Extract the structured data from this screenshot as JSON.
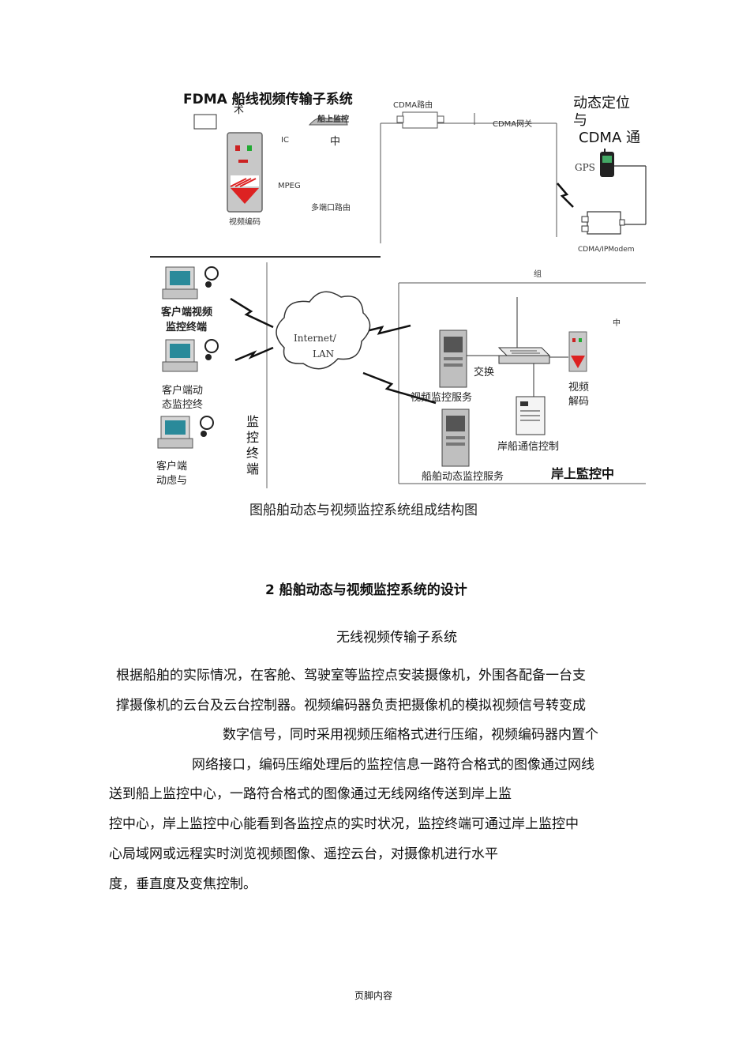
{
  "diagram": {
    "top_title": "FDMA 船线视频传输子系统",
    "title_fragment": "术",
    "ship_monitor": "船上监控",
    "cdma_router_top": "CDMA路由",
    "cdma_gateway": "CDMA网关",
    "video_encoder": "视频编码",
    "ic_label": "IC",
    "zhong": "中",
    "mpeg": "MPEG",
    "multi_port_router": "多端口路由",
    "position_heading_1": "动态定位",
    "position_heading_2": "与",
    "cdma_comm": "CDMA 通",
    "gps": "GPS",
    "cdma_modem": "CDMA/IPModem",
    "client_video_1": "客户端视频",
    "client_video_2": "监控终端",
    "client_dynamic_1": "客户端动",
    "client_dynamic_2": "态监控终",
    "client_3_1": "客户端",
    "client_3_2": "动虑与",
    "vertical_label": "监控终端",
    "internet_lan_1": "Internet/",
    "internet_lan_2": "LAN",
    "net_label": "组",
    "switch_label": "交换",
    "video_server": "视频监控服务",
    "ship_dynamic_server": "船舶动态监控服务",
    "video_decode_1": "视频",
    "video_decode_2": "解码",
    "shore_comm_control": "岸船通信控制",
    "shore_center": "岸上監控中",
    "right_zhong": "中",
    "caption": "图船舶动态与视频监控系统组成结构图"
  },
  "section_heading": "2 船舶动态与视频监控系统的设计",
  "subsection_heading": "无线视频传输子系统",
  "paragraph_lines": [
    "根据船舶的实际情况，在客舱、驾驶室等监控点安装摄像机，外围各配备一台支",
    "撑摄像机的云台及云台控制器。视频编码器负责把摄像机的模拟视频信号转变成",
    "数字信号，同时采用视频压缩格式进行压缩，视频编码器内置个",
    "网络接口，编码压缩处理后的监控信息一路符合格式的图像通过网线",
    "送到船上监控中心，一路符合格式的图像通过无线网络传送到岸上监",
    "控中心，岸上监控中心能看到各监控点的实时状况，监控终端可通过岸上监控中",
    "心局域网或远程实时浏览视频图像、遥控云台，对摄像机进行水平",
    "度，垂直度及变焦控制。"
  ],
  "footer": "页脚内容"
}
